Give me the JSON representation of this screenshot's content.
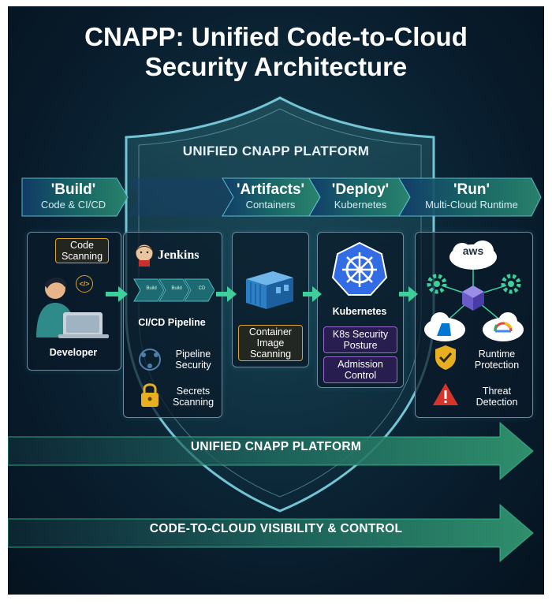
{
  "title_line1": "CNAPP: Unified Code-to-Cloud",
  "title_line2": "Security Architecture",
  "platform_label": "UNIFIED CNAPP PLATFORM",
  "phases": [
    {
      "title": "'Build'",
      "subtitle": "Code & CI/CD"
    },
    {
      "title": "'Artifacts'",
      "subtitle": "Containers"
    },
    {
      "title": "'Deploy'",
      "subtitle": "Kubernetes"
    },
    {
      "title": "'Run'",
      "subtitle": "Multi-Cloud Runtime"
    }
  ],
  "developer": {
    "code_scanning": "Code Scanning",
    "label": "Developer",
    "code_icon_text": "</>"
  },
  "cicd": {
    "jenkins": "Jenkins",
    "stages": [
      "Build",
      "Build",
      "CD"
    ],
    "label": "CI/CD Pipeline",
    "pipeline_security": "Pipeline Security",
    "secrets_scanning": "Secrets Scanning"
  },
  "artifacts": {
    "container_scanning": "Container Image Scanning"
  },
  "deploy": {
    "label": "Kubernetes",
    "posture": "K8s Security Posture",
    "admission": "Admission Control"
  },
  "run": {
    "aws": "aws",
    "runtime_protection": "Runtime Protection",
    "threat_detection": "Threat Detection"
  },
  "band1": "UNIFIED CNAPP PLATFORM",
  "band2": "CODE-TO-CLOUD VISIBILITY & CONTROL",
  "colors": {
    "background": "#0b2233",
    "accent_green": "#3ecf9a",
    "orange": "#d9a233",
    "purple": "#9b6ad0",
    "k8s_blue": "#326ce5",
    "aws_orange": "#ff9900",
    "azure_blue": "#0078d4",
    "warning_red": "#d9342b",
    "shield_gold": "#e8b021"
  }
}
